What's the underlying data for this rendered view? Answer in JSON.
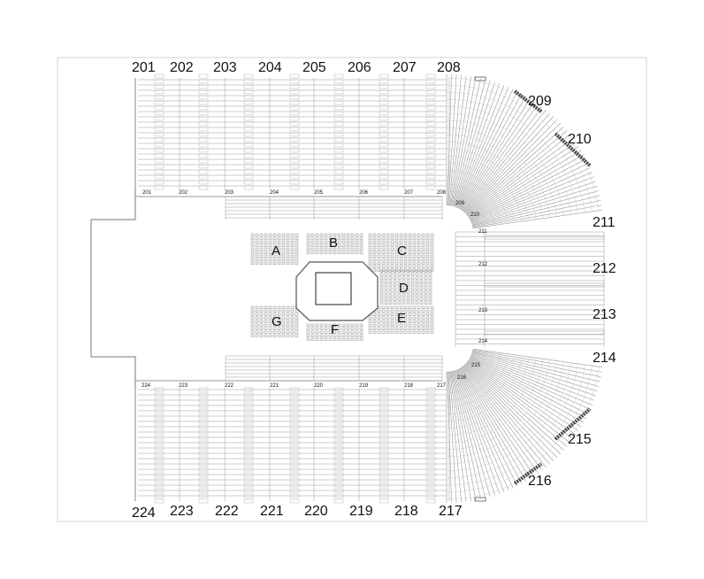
{
  "colors": {
    "line": "#9a9a9a",
    "dark": "#444444",
    "frame": "#cfcfcf",
    "text": "#111111"
  },
  "top_sections": [
    "201",
    "202",
    "203",
    "204",
    "205",
    "206",
    "207",
    "208"
  ],
  "bottom_sections": [
    "224",
    "223",
    "222",
    "221",
    "220",
    "219",
    "218",
    "217"
  ],
  "right_sections": [
    "209",
    "210",
    "211",
    "212",
    "213",
    "214",
    "215",
    "216"
  ],
  "top_inner_labels": [
    "201",
    "202",
    "203",
    "204",
    "205",
    "206",
    "207",
    "208"
  ],
  "bottom_inner_labels": [
    "224",
    "223",
    "222",
    "221",
    "220",
    "219",
    "218",
    "217"
  ],
  "corner_inner_labels": [
    "209",
    "210",
    "211",
    "212",
    "213",
    "214",
    "215",
    "216"
  ],
  "floor_sections": [
    "A",
    "B",
    "C",
    "D",
    "E",
    "F",
    "G"
  ]
}
